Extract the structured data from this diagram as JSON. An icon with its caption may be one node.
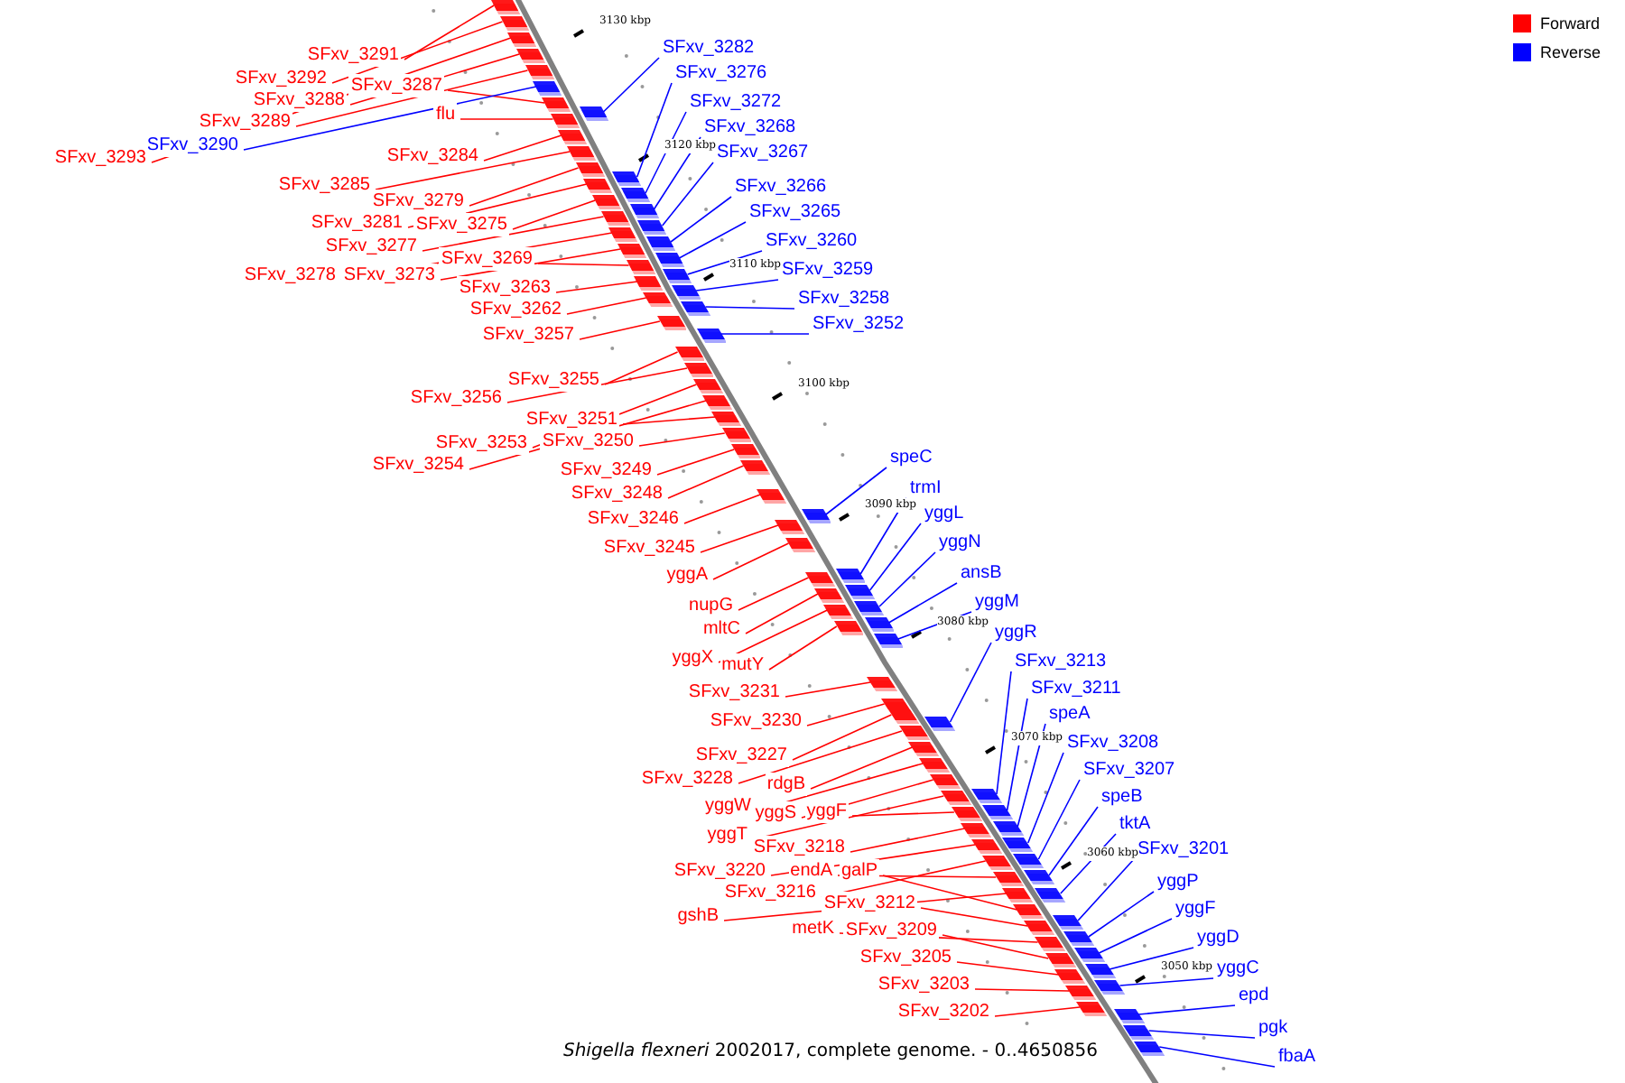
{
  "diagram": {
    "caption": "*Shigella flexneri* 2002017, complete genome. - 0..4650856",
    "nodes": [
      {
        "text": [
          "SFxv_3291"
        ]
      },
      {
        "text": [
          "SFxv_3292"
        ]
      },
      {
        "text": [
          "SFxv_3287"
        ]
      },
      {
        "text": [
          "SFxv_3288"
        ]
      },
      {
        "text": [
          "SFxv_3289"
        ]
      },
      {
        "text": [
          "SFxv_3290"
        ]
      },
      {
        "text": [
          "SFxv_3293"
        ]
      },
      {
        "text": [
          "flu"
        ]
      },
      {
        "text": [
          "SFxv_3284"
        ]
      },
      {
        "text": [
          "SFxv_3285"
        ]
      },
      {
        "text": [
          "SFxv_3279"
        ]
      },
      {
        "text": [
          "SFxv_3281"
        ]
      },
      {
        "text": [
          "SFxv_3275"
        ]
      },
      {
        "text": [
          "SFxv_3277"
        ]
      },
      {
        "text": [
          "SFxv_3278"
        ]
      },
      {
        "text": [
          "SFxv_3273"
        ]
      },
      {
        "text": [
          "SFxv_3269"
        ]
      },
      {
        "text": [
          "SFxv_3263"
        ]
      },
      {
        "text": [
          "SFxv_3262"
        ]
      },
      {
        "text": [
          "SFxv_3257"
        ]
      },
      {
        "text": [
          "SFxv_3255"
        ]
      },
      {
        "text": [
          "SFxv_3256"
        ]
      },
      {
        "text": [
          "SFxv_3251"
        ]
      },
      {
        "text": [
          "SFxv_3253"
        ]
      },
      {
        "text": [
          "SFxv_3250"
        ]
      },
      {
        "text": [
          "SFxv_3254"
        ]
      },
      {
        "text": [
          "SFxv_3249"
        ]
      },
      {
        "text": [
          "SFxv_3248"
        ]
      },
      {
        "text": [
          "SFxv_3246"
        ]
      },
      {
        "text": [
          "SFxv_3245"
        ]
      },
      {
        "text": [
          "yggA"
        ]
      },
      {
        "text": [
          "nupG"
        ]
      },
      {
        "text": [
          "mltC"
        ]
      },
      {
        "text": [
          "yggX"
        ]
      },
      {
        "text": [
          "mutY"
        ]
      },
      {
        "text": [
          "SFxv_3231"
        ]
      },
      {
        "text": [
          "SFxv_3230"
        ]
      },
      {
        "text": [
          "SFxv_3227"
        ]
      },
      {
        "text": [
          "SFxv_3228"
        ]
      },
      {
        "text": [
          "rdgB"
        ]
      },
      {
        "text": [
          "yggW"
        ]
      },
      {
        "text": [
          "yggS"
        ]
      },
      {
        "text": [
          "yggF"
        ]
      },
      {
        "text": [
          "yggT"
        ]
      },
      {
        "text": [
          "SFxv_3218"
        ]
      },
      {
        "text": [
          "SFxv_3220"
        ]
      },
      {
        "text": [
          "endA"
        ]
      },
      {
        "text": [
          "galP"
        ]
      },
      {
        "text": [
          "SFxv_3216"
        ]
      },
      {
        "text": [
          "gshB"
        ]
      },
      {
        "text": [
          "SFxv_3212"
        ]
      },
      {
        "text": [
          "metK"
        ]
      },
      {
        "text": [
          "SFxv_3209"
        ]
      },
      {
        "text": [
          "SFxv_3205"
        ]
      },
      {
        "text": [
          "SFxv_3203"
        ]
      },
      {
        "text": [
          "SFxv_3202"
        ]
      },
      {
        "text": [
          "SFxv_3282"
        ]
      },
      {
        "text": [
          "SFxv_3276"
        ]
      },
      {
        "text": [
          "SFxv_3272"
        ]
      },
      {
        "text": [
          "SFxv_3268"
        ]
      },
      {
        "text": [
          "SFxv_3267"
        ]
      },
      {
        "text": [
          "SFxv_3266"
        ]
      },
      {
        "text": [
          "SFxv_3265"
        ]
      },
      {
        "text": [
          "SFxv_3260"
        ]
      },
      {
        "text": [
          "SFxv_3259"
        ]
      },
      {
        "text": [
          "SFxv_3258"
        ]
      },
      {
        "text": [
          "SFxv_3252"
        ]
      },
      {
        "text": [
          "speC"
        ]
      },
      {
        "text": [
          "trmI"
        ]
      },
      {
        "text": [
          "yggL"
        ]
      },
      {
        "text": [
          "yggN"
        ]
      },
      {
        "text": [
          "ansB"
        ]
      },
      {
        "text": [
          "yggM"
        ]
      },
      {
        "text": [
          "yggR"
        ]
      },
      {
        "text": [
          "SFxv_3213"
        ]
      },
      {
        "text": [
          "SFxv_3211"
        ]
      },
      {
        "text": [
          "speA"
        ]
      },
      {
        "text": [
          "SFxv_3208"
        ]
      },
      {
        "text": [
          "SFxv_3207"
        ]
      },
      {
        "text": [
          "speB"
        ]
      },
      {
        "text": [
          "tktA"
        ]
      },
      {
        "text": [
          "SFxv_3201"
        ]
      },
      {
        "text": [
          "yggP"
        ]
      },
      {
        "text": [
          "yggF"
        ]
      },
      {
        "text": [
          "yggD"
        ]
      },
      {
        "text": [
          "yggC"
        ]
      },
      {
        "text": [
          "epd"
        ]
      },
      {
        "text": [
          "pgk"
        ]
      },
      {
        "text": [
          "fbaA"
        ]
      },
      {
        "text": [],
        "shape": "bar"
      },
      {
        "text": [],
        "shape": "bar"
      },
      {
        "text": [],
        "shape": "bar"
      },
      {
        "text": [],
        "shape": "bar"
      },
      {
        "text": [],
        "shape": "bar"
      },
      {
        "text": [],
        "shape": "bar"
      },
      {
        "text": [],
        "shape": "bar"
      },
      {
        "text": [],
        "shape": "bar"
      },
      {
        "text": [],
        "shape": "bar"
      },
      {
        "text": [],
        "shape": "bar"
      },
      {
        "text": [],
        "shape": "bar"
      },
      {
        "text": [],
        "shape": "bar"
      },
      {
        "text": [],
        "shape": "bar"
      },
      {
        "text": [],
        "shape": "bar"
      },
      {
        "text": [],
        "shape": "bar"
      },
      {
        "text": [],
        "shape": "bar"
      },
      {
        "text": [],
        "shape": "bar"
      },
      {
        "text": [],
        "shape": "bar"
      },
      {
        "text": [],
        "shape": "bar"
      },
      {
        "text": [],
        "shape": "bar"
      },
      {
        "text": [],
        "shape": "bar"
      },
      {
        "text": [],
        "shape": "bar"
      },
      {
        "text": [],
        "shape": "bar"
      },
      {
        "text": [],
        "shape": "bar"
      },
      {
        "text": [],
        "shape": "bar"
      },
      {
        "text": [],
        "shape": "bar"
      },
      {
        "text": [],
        "shape": "bar"
      },
      {
        "text": [],
        "shape": "bar"
      },
      {
        "text": [],
        "shape": "bar"
      },
      {
        "text": [],
        "shape": "bar"
      },
      {
        "text": [],
        "shape": "bar"
      },
      {
        "text": [],
        "shape": "bar"
      },
      {
        "text": [],
        "shape": "bar"
      },
      {
        "text": [],
        "shape": "bar"
      },
      {
        "text": [],
        "shape": "bar"
      },
      {
        "text": [],
        "shape": "bar"
      },
      {
        "text": [],
        "shape": "bar"
      },
      {
        "text": [],
        "shape": "bar"
      },
      {
        "text": [],
        "shape": "bar"
      },
      {
        "text": [],
        "shape": "bar"
      },
      {
        "text": [],
        "shape": "bar"
      },
      {
        "text": [],
        "shape": "bar"
      },
      {
        "text": [],
        "shape": "bar"
      },
      {
        "text": [],
        "shape": "bar"
      },
      {
        "text": [],
        "shape": "bar"
      },
      {
        "text": [],
        "shape": "bar"
      },
      {
        "text": [],
        "shape": "bar"
      },
      {
        "text": [],
        "shape": "bar"
      },
      {
        "text": [],
        "shape": "bar"
      },
      {
        "text": [],
        "shape": "bar"
      },
      {
        "text": [],
        "shape": "bar"
      },
      {
        "text": [],
        "shape": "bar"
      },
      {
        "text": [],
        "shape": "bar"
      },
      {
        "text": [],
        "shape": "bar"
      },
      {
        "text": [],
        "shape": "bar"
      },
      {
        "text": [],
        "shape": "bar"
      },
      {
        "text": [],
        "shape": "bar"
      },
      {
        "text": [],
        "shape": "bar"
      },
      {
        "text": [],
        "shape": "bar"
      },
      {
        "text": [],
        "shape": "bar"
      },
      {
        "text": [],
        "shape": "bar"
      },
      {
        "text": [],
        "shape": "bar"
      },
      {
        "text": [],
        "shape": "bar"
      },
      {
        "text": [],
        "shape": "bar"
      },
      {
        "text": [],
        "shape": "bar"
      },
      {
        "text": [],
        "shape": "bar"
      },
      {
        "text": [],
        "shape": "bar"
      },
      {
        "text": [],
        "shape": "bar"
      },
      {
        "text": [],
        "shape": "bar"
      },
      {
        "text": [],
        "shape": "bar"
      },
      {
        "text": [],
        "shape": "bar"
      },
      {
        "text": [],
        "shape": "bar"
      },
      {
        "text": [],
        "shape": "bar"
      },
      {
        "text": [],
        "shape": "bar"
      },
      {
        "text": [],
        "shape": "bar"
      },
      {
        "text": [],
        "shape": "bar"
      },
      {
        "text": [],
        "shape": "bar"
      },
      {
        "text": [],
        "shape": "bar"
      },
      {
        "text": [],
        "shape": "bar"
      },
      {
        "text": [],
        "shape": "bar"
      },
      {
        "text": [],
        "shape": "bar"
      },
      {
        "text": [],
        "shape": "bar"
      },
      {
        "text": [],
        "shape": "bar"
      },
      {
        "text": [],
        "shape": "bar"
      },
      {
        "text": [],
        "shape": "bar"
      },
      {
        "text": [],
        "shape": "bar"
      },
      {
        "text": [],
        "shape": "bar"
      },
      {
        "text": [],
        "shape": "bar"
      },
      {
        "text": [],
        "shape": "bar"
      }
    ],
    "edges": [
      {
        "from": 0,
        "to": 89,
        "arrow": "none"
      },
      {
        "from": 1,
        "to": 90,
        "arrow": "none"
      },
      {
        "from": 2,
        "to": 91,
        "arrow": "none"
      },
      {
        "from": 3,
        "to": 92,
        "arrow": "none"
      },
      {
        "from": 4,
        "to": 93,
        "arrow": "none"
      },
      {
        "from": 5,
        "to": 94,
        "arrow": "none",
        "color": "#0000ff"
      },
      {
        "from": 6,
        "to": 95,
        "arrow": "none"
      },
      {
        "from": 7,
        "to": 96,
        "arrow": "none"
      },
      {
        "from": 8,
        "to": 97,
        "arrow": "none"
      },
      {
        "from": 9,
        "to": 98,
        "arrow": "none"
      },
      {
        "from": 10,
        "to": 99,
        "arrow": "none"
      },
      {
        "from": 11,
        "to": 100,
        "arrow": "none"
      },
      {
        "from": 12,
        "to": 101,
        "arrow": "none"
      },
      {
        "from": 13,
        "to": 102,
        "arrow": "none"
      },
      {
        "from": 14,
        "to": 103,
        "arrow": "none"
      },
      {
        "from": 15,
        "to": 104,
        "arrow": "none"
      },
      {
        "from": 16,
        "to": 105,
        "arrow": "none"
      },
      {
        "from": 17,
        "to": 106,
        "arrow": "none"
      },
      {
        "from": 18,
        "to": 107,
        "arrow": "none"
      },
      {
        "from": 19,
        "to": 108,
        "arrow": "none"
      },
      {
        "from": 20,
        "to": 109,
        "arrow": "none"
      },
      {
        "from": 21,
        "to": 110,
        "arrow": "none"
      },
      {
        "from": 22,
        "to": 111,
        "arrow": "none"
      },
      {
        "from": 23,
        "to": 112,
        "arrow": "none"
      },
      {
        "from": 24,
        "to": 113,
        "arrow": "none"
      },
      {
        "from": 25,
        "to": 114,
        "arrow": "none"
      },
      {
        "from": 26,
        "to": 115,
        "arrow": "none"
      },
      {
        "from": 27,
        "to": 116,
        "arrow": "none"
      },
      {
        "from": 28,
        "to": 117,
        "arrow": "none"
      },
      {
        "from": 29,
        "to": 118,
        "arrow": "none"
      },
      {
        "from": 30,
        "to": 119,
        "arrow": "none"
      },
      {
        "from": 31,
        "to": 120,
        "arrow": "none"
      },
      {
        "from": 32,
        "to": 121,
        "arrow": "none"
      },
      {
        "from": 33,
        "to": 122,
        "arrow": "none"
      },
      {
        "from": 34,
        "to": 123,
        "arrow": "none"
      },
      {
        "from": 35,
        "to": 124,
        "arrow": "none"
      },
      {
        "from": 36,
        "to": 125,
        "arrow": "none"
      },
      {
        "from": 37,
        "to": 126,
        "arrow": "none"
      },
      {
        "from": 38,
        "to": 127,
        "arrow": "none"
      },
      {
        "from": 39,
        "to": 128,
        "arrow": "none"
      },
      {
        "from": 40,
        "to": 129,
        "arrow": "none"
      },
      {
        "from": 41,
        "to": 130,
        "arrow": "none"
      },
      {
        "from": 42,
        "to": 131,
        "arrow": "none"
      },
      {
        "from": 43,
        "to": 132,
        "arrow": "none"
      },
      {
        "from": 44,
        "to": 133,
        "arrow": "none"
      },
      {
        "from": 45,
        "to": 134,
        "arrow": "none"
      },
      {
        "from": 46,
        "to": 135,
        "arrow": "none"
      },
      {
        "from": 47,
        "to": 136,
        "arrow": "none"
      },
      {
        "from": 48,
        "to": 137,
        "arrow": "none"
      },
      {
        "from": 49,
        "to": 138,
        "arrow": "none"
      },
      {
        "from": 50,
        "to": 139,
        "arrow": "none"
      },
      {
        "from": 51,
        "to": 140,
        "arrow": "none"
      },
      {
        "from": 52,
        "to": 141,
        "arrow": "none"
      },
      {
        "from": 53,
        "to": 142,
        "arrow": "none"
      },
      {
        "from": 54,
        "to": 143,
        "arrow": "none"
      },
      {
        "from": 55,
        "to": 144,
        "arrow": "none"
      },
      {
        "from": 56,
        "to": 145,
        "arrow": "none",
        "color": "#0000ff"
      },
      {
        "from": 57,
        "to": 146,
        "arrow": "none",
        "color": "#0000ff"
      },
      {
        "from": 58,
        "to": 147,
        "arrow": "none",
        "color": "#0000ff"
      },
      {
        "from": 59,
        "to": 148,
        "arrow": "none",
        "color": "#0000ff"
      },
      {
        "from": 60,
        "to": 149,
        "arrow": "none",
        "color": "#0000ff"
      },
      {
        "from": 61,
        "to": 150,
        "arrow": "none",
        "color": "#0000ff"
      },
      {
        "from": 62,
        "to": 151,
        "arrow": "none",
        "color": "#0000ff"
      },
      {
        "from": 63,
        "to": 152,
        "arrow": "none",
        "color": "#0000ff"
      },
      {
        "from": 64,
        "to": 153,
        "arrow": "none",
        "color": "#0000ff"
      },
      {
        "from": 65,
        "to": 154,
        "arrow": "none",
        "color": "#0000ff"
      },
      {
        "from": 66,
        "to": 155,
        "arrow": "none",
        "color": "#0000ff"
      },
      {
        "from": 67,
        "to": 156,
        "arrow": "none",
        "color": "#0000ff"
      },
      {
        "from": 68,
        "to": 157,
        "arrow": "none",
        "color": "#0000ff"
      },
      {
        "from": 69,
        "to": 158,
        "arrow": "none",
        "color": "#0000ff"
      },
      {
        "from": 70,
        "to": 159,
        "arrow": "none",
        "color": "#0000ff"
      },
      {
        "from": 71,
        "to": 160,
        "arrow": "none",
        "color": "#0000ff"
      },
      {
        "from": 72,
        "to": 161,
        "arrow": "none",
        "color": "#0000ff"
      },
      {
        "from": 73,
        "to": 162,
        "arrow": "none",
        "color": "#0000ff"
      },
      {
        "from": 74,
        "to": 163,
        "arrow": "none",
        "color": "#0000ff"
      },
      {
        "from": 75,
        "to": 164,
        "arrow": "none",
        "color": "#0000ff"
      },
      {
        "from": 76,
        "to": 165,
        "arrow": "none",
        "color": "#0000ff"
      },
      {
        "from": 77,
        "to": 166,
        "arrow": "none",
        "color": "#0000ff"
      },
      {
        "from": 78,
        "to": 167,
        "arrow": "none",
        "color": "#0000ff"
      },
      {
        "from": 79,
        "to": 168,
        "arrow": "none",
        "color": "#0000ff"
      },
      {
        "from": 80,
        "to": 169,
        "arrow": "none",
        "color": "#0000ff"
      },
      {
        "from": 81,
        "to": 170,
        "arrow": "none",
        "color": "#0000ff"
      },
      {
        "from": 82,
        "to": 171,
        "arrow": "none",
        "color": "#0000ff"
      },
      {
        "from": 83,
        "to": 172,
        "arrow": "none",
        "color": "#0000ff"
      },
      {
        "from": 84,
        "to": 173,
        "arrow": "none",
        "color": "#0000ff"
      },
      {
        "from": 85,
        "to": 174,
        "arrow": "none",
        "color": "#0000ff"
      },
      {
        "from": 86,
        "to": 175,
        "arrow": "none",
        "color": "#0000ff"
      },
      {
        "from": 87,
        "to": 176,
        "arrow": "none",
        "color": "#0000ff"
      },
      {
        "from": 88,
        "to": 177,
        "arrow": "none",
        "color": "#0000ff"
      }
    ],
    "labels": [
      "3130 kbp",
      "3120 kbp",
      "3110 kbp",
      "3100 kbp",
      "3090 kbp",
      "3080 kbp",
      "3070 kbp",
      "3060 kbp",
      "3050 kbp"
    ],
    "legend": [
      {
        "text": "Forward",
        "color": "#ff0000"
      },
      {
        "text": "Reverse",
        "color": "#0000ff"
      }
    ]
  }
}
